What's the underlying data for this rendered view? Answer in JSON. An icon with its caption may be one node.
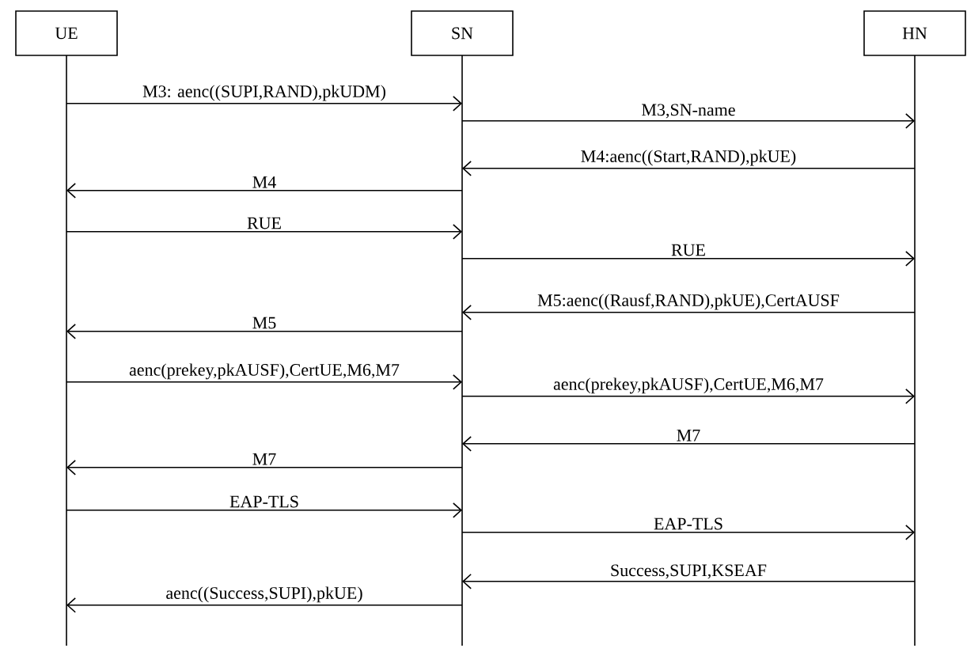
{
  "diagram": {
    "nodes": [
      {
        "text": [
          "UE"
        ]
      },
      {
        "text": [
          "SN"
        ]
      },
      {
        "text": [
          "HN"
        ]
      }
    ],
    "edges": [
      {
        "from": 0,
        "to": 1,
        "arrow": "to",
        "label": "M3: aenc((SUPI,RAND),pkUDM)"
      },
      {
        "from": 1,
        "to": 2,
        "arrow": "to",
        "label": "M3,SN-name"
      },
      {
        "from": 2,
        "to": 1,
        "arrow": "to",
        "label": "M4:aenc((Start,RAND),pkUE)"
      },
      {
        "from": 1,
        "to": 0,
        "arrow": "to",
        "label": "M4"
      },
      {
        "from": 0,
        "to": 1,
        "arrow": "to",
        "label": "RUE"
      },
      {
        "from": 1,
        "to": 2,
        "arrow": "to",
        "label": "RUE"
      },
      {
        "from": 2,
        "to": 1,
        "arrow": "to",
        "label": "M5:aenc((Rausf,RAND),pkUE),CertAUSF"
      },
      {
        "from": 1,
        "to": 0,
        "arrow": "to",
        "label": "M5"
      },
      {
        "from": 0,
        "to": 1,
        "arrow": "to",
        "label": "aenc(prekey,pkAUSF),CertUE,M6,M7"
      },
      {
        "from": 1,
        "to": 2,
        "arrow": "to",
        "label": "aenc(prekey,pkAUSF),CertUE,M6,M7"
      },
      {
        "from": 2,
        "to": 1,
        "arrow": "to",
        "label": "M7"
      },
      {
        "from": 1,
        "to": 0,
        "arrow": "to",
        "label": "M7"
      },
      {
        "from": 0,
        "to": 1,
        "arrow": "to",
        "label": "EAP-TLS"
      },
      {
        "from": 1,
        "to": 2,
        "arrow": "to",
        "label": "EAP-TLS"
      },
      {
        "from": 2,
        "to": 1,
        "arrow": "to",
        "label": "Success,SUPI,KSEAF"
      },
      {
        "from": 1,
        "to": 0,
        "arrow": "to",
        "label": "aenc((Success,SUPI),pkUE)"
      }
    ]
  }
}
